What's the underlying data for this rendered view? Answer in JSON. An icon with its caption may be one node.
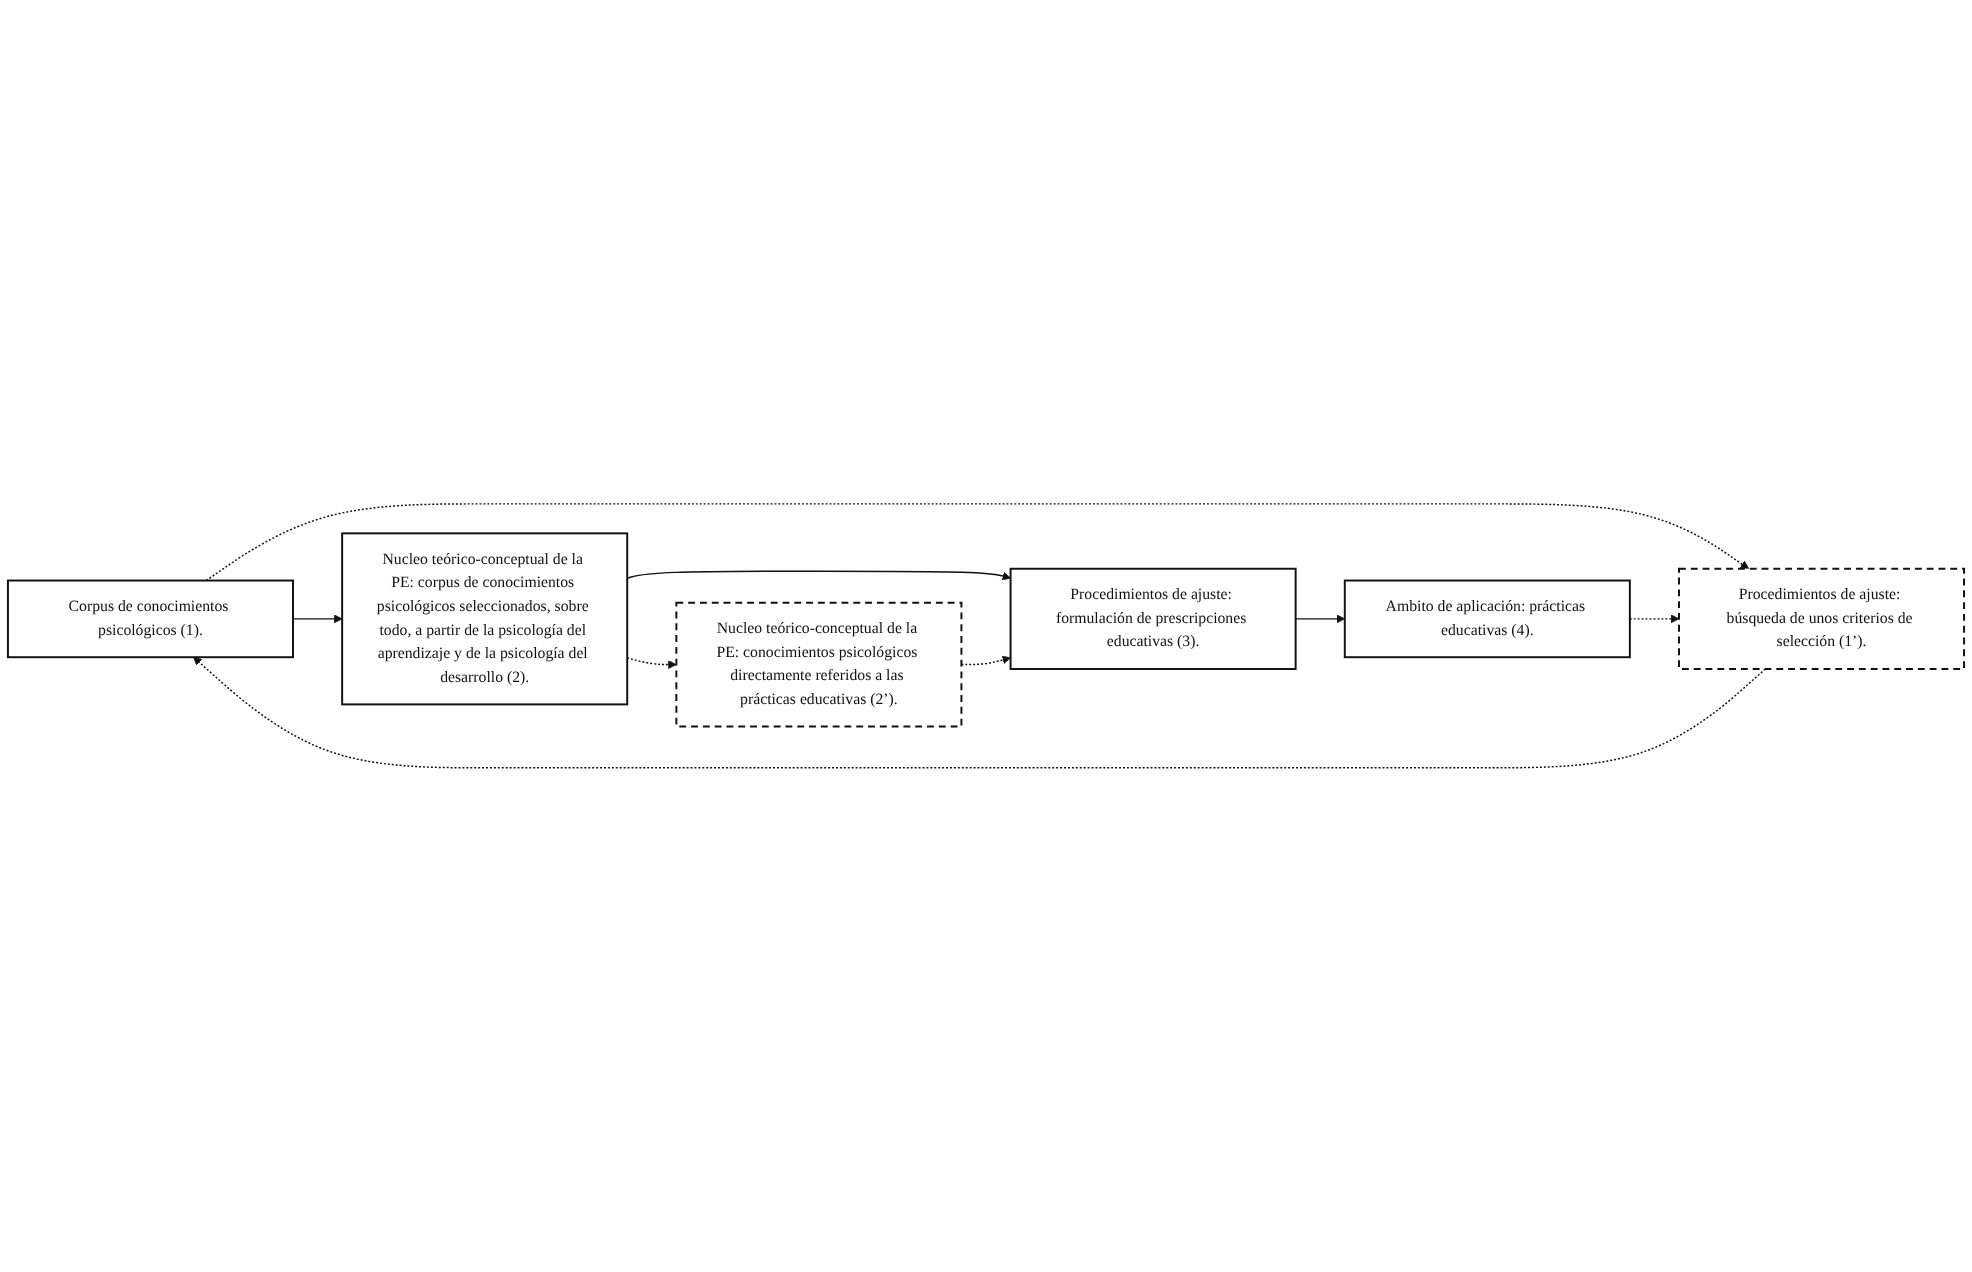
{
  "diagram": {
    "nodes": [
      {
        "text": [
          "Corpus de conocimientos psicológicos (1)."
        ]
      },
      {
        "text": [
          "Procedimientos de ajuste: búsqueda de unos criterios de selección (1’)."
        ]
      },
      {
        "text": [
          "Nucleo teórico-conceptual de la PE: corpus de conocimientos psicológicos seleccionados, sobre todo, a partir de la psicología del aprendizaje y de la psicología del desarrollo (2)."
        ]
      },
      {
        "text": [
          "Procedimientos de ajuste: formulación de prescripciones educativas (3)."
        ]
      },
      {
        "text": [
          "Ambito de aplicación: prácticas educativas (4)."
        ]
      },
      {
        "text": [
          "Nucleo teórico-conceptual de la PE: conocimientos psicológicos directamente referidos a las prácticas educativas (2’)."
        ]
      }
    ],
    "edges": [
      {
        "from": 0,
        "to": 1,
        "arrow": "to",
        "style": "dashed"
      },
      {
        "from": 1,
        "to": 0,
        "arrow": "to",
        "style": "dashed"
      },
      {
        "from": 0,
        "to": 2,
        "arrow": "to"
      },
      {
        "from": 2,
        "to": 3,
        "arrow": "to"
      },
      {
        "from": 3,
        "to": 4,
        "arrow": "to"
      },
      {
        "from": 4,
        "to": 1,
        "arrow": "to",
        "style": "dashed"
      },
      {
        "from": 2,
        "to": 5,
        "arrow": "to",
        "style": "dashed"
      },
      {
        "from": 5,
        "to": 3,
        "arrow": "to",
        "style": "dashed"
      }
    ]
  }
}
